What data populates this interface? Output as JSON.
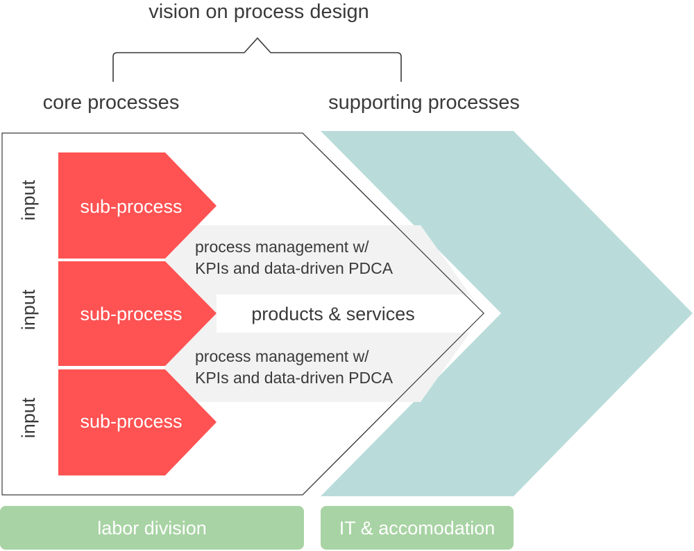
{
  "colors": {
    "sub_process": "#ff5252",
    "supporting_chevron": "#b9dcda",
    "management_band": "#f2f2f2",
    "bottom_box": "#a8d3a4",
    "outline": "#3a3a3a",
    "text": "#3a3a3a"
  },
  "vision_title": "vision on process design",
  "core_heading": "core processes",
  "supporting_heading": "supporting processes",
  "inputs": [
    "input",
    "input",
    "input"
  ],
  "sub_processes": [
    "sub-process",
    "sub-process",
    "sub-process"
  ],
  "management_bands": [
    {
      "line1": "process management w/",
      "line2": "KPIs and data-driven PDCA"
    },
    {
      "line1": "process management w/",
      "line2": "KPIs and data-driven PDCA"
    }
  ],
  "output_label": "products & services",
  "bottom_boxes": {
    "left": "labor division",
    "right": "IT & accomodation"
  }
}
